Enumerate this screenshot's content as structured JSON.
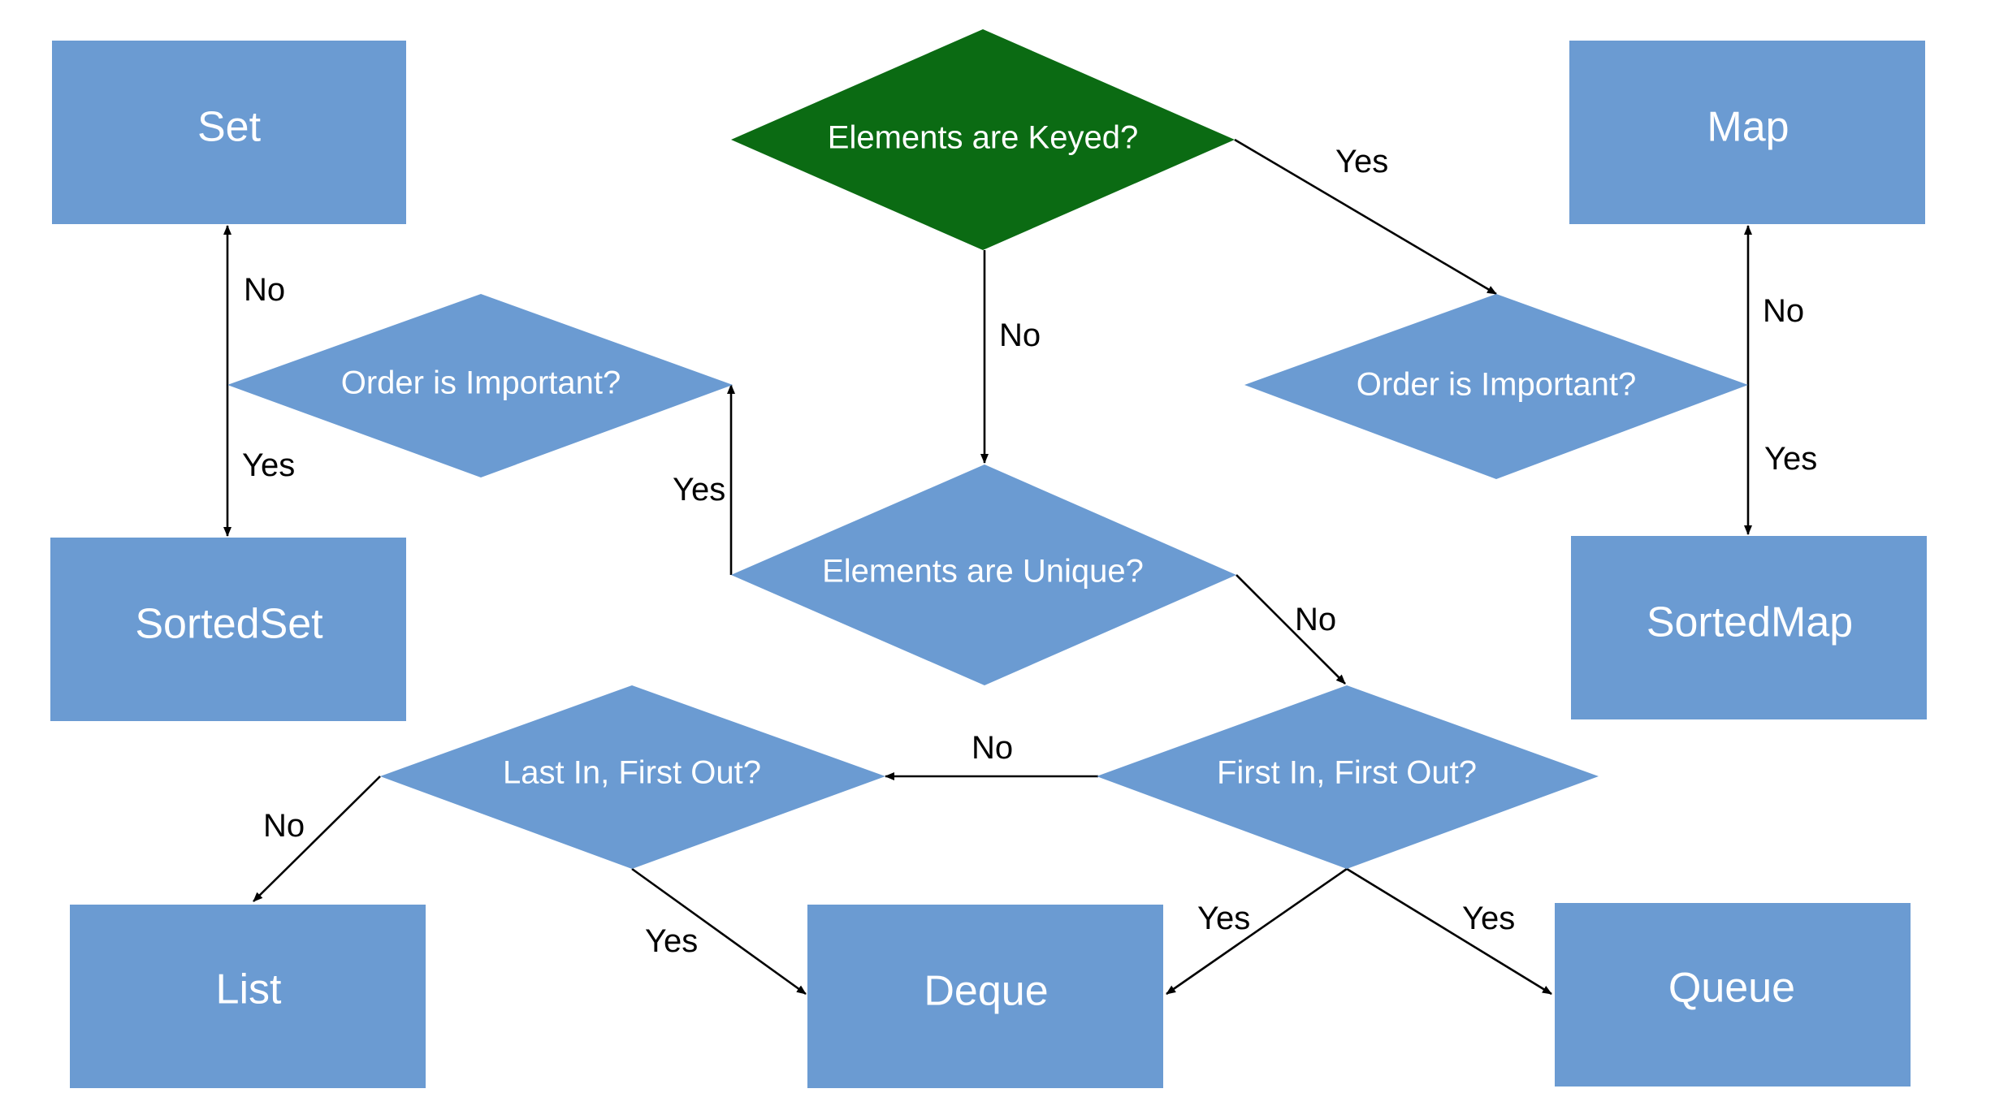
{
  "diagram": {
    "nodes": {
      "set": "Set",
      "map": "Map",
      "sorted_set": "SortedSet",
      "sorted_map": "SortedMap",
      "list": "List",
      "deque": "Deque",
      "queue": "Queue",
      "keyed": "Elements are Keyed?",
      "order_left": "Order is Important?",
      "order_right": "Order is Important?",
      "unique": "Elements are Unique?",
      "fifo": "First In, First Out?",
      "lifo": "Last In, First Out?"
    },
    "edges": {
      "keyed_yes": "Yes",
      "keyed_no": "No",
      "unique_yes": "Yes",
      "unique_no": "No",
      "order_left_no": "No",
      "order_left_yes": "Yes",
      "order_right_no": "No",
      "order_right_yes": "Yes",
      "fifo_no": "No",
      "fifo_yes_deque": "Yes",
      "fifo_yes_queue": "Yes",
      "lifo_no": "No",
      "lifo_yes": "Yes"
    },
    "colors": {
      "node_fill": "#6b9bd2",
      "root_fill": "#0b6b13",
      "node_text": "#ffffff",
      "edge": "#000000"
    }
  }
}
